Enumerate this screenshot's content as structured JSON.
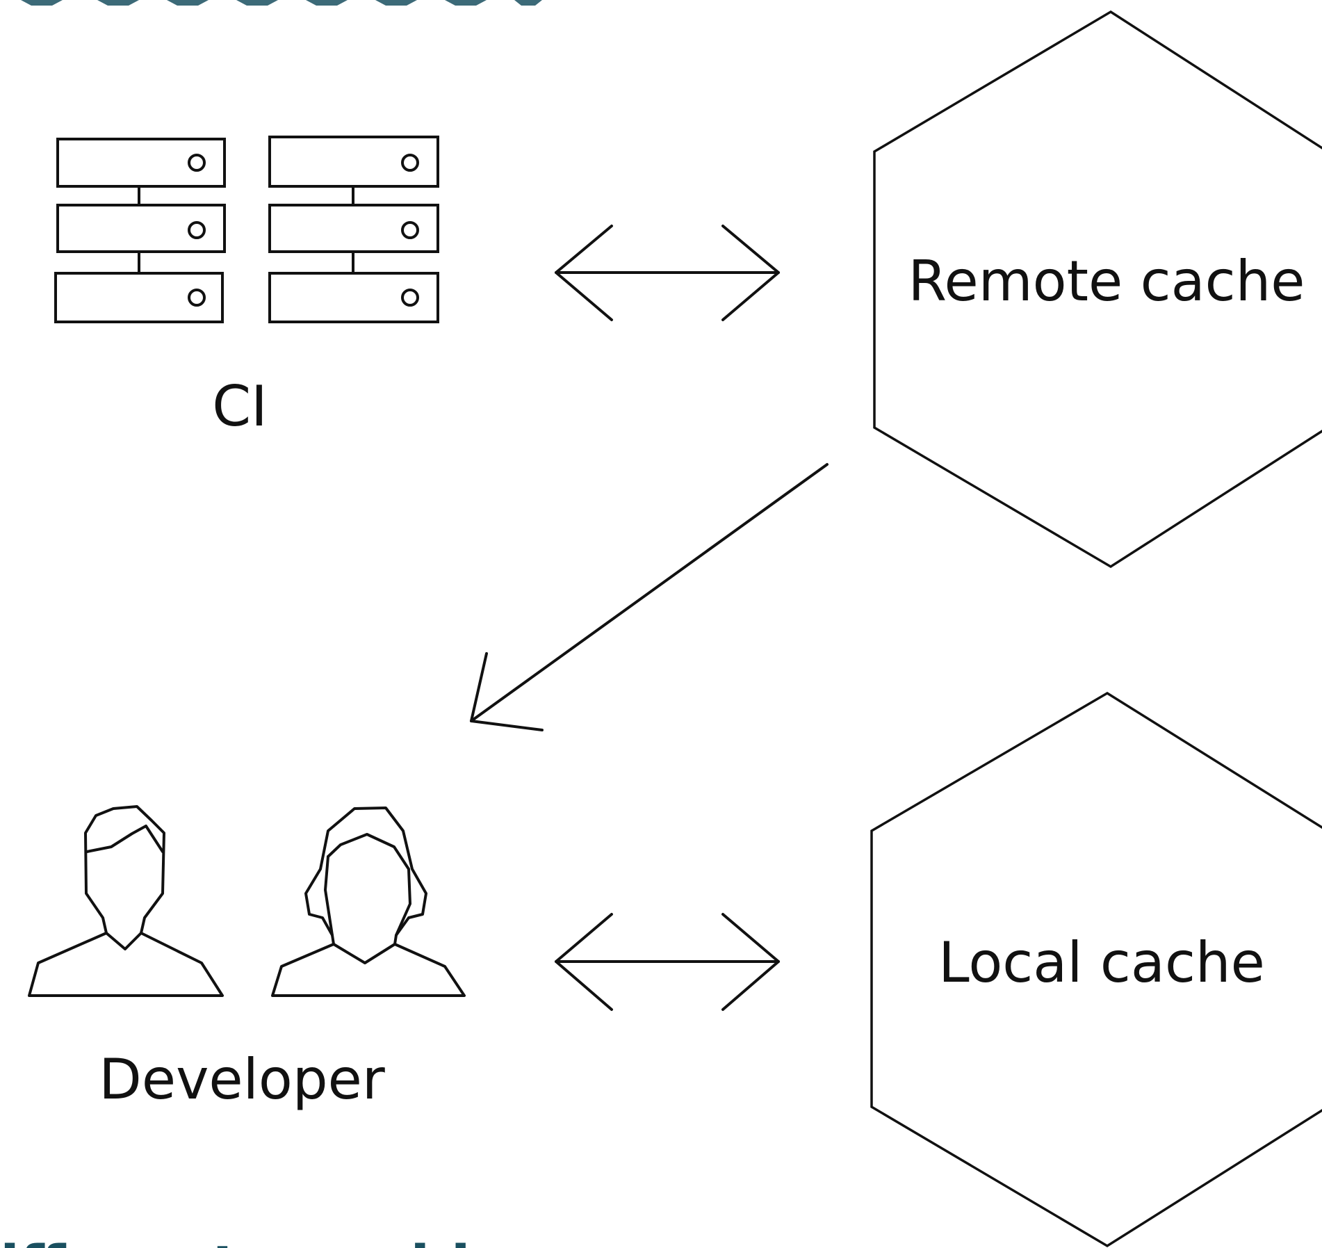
{
  "diagram": {
    "nodes": [
      {
        "id": "ci",
        "label": "CI",
        "icon": "server-rack-icon"
      },
      {
        "id": "remote-cache",
        "label": "Remote cache",
        "shape": "hexagon"
      },
      {
        "id": "developer",
        "label": "Developer",
        "icon": "people-icon"
      },
      {
        "id": "local-cache",
        "label": "Local cache",
        "shape": "hexagon"
      }
    ],
    "edges": [
      {
        "from": "ci",
        "to": "remote-cache",
        "direction": "bidirectional"
      },
      {
        "from": "remote-cache",
        "to": "developer",
        "direction": "one-way"
      },
      {
        "from": "developer",
        "to": "local-cache",
        "direction": "bidirectional"
      }
    ],
    "footer_fragment": "ifferent  machine"
  },
  "colors": {
    "stroke": "#111111",
    "background": "#ffffff",
    "footer_text": "#1a5060"
  }
}
